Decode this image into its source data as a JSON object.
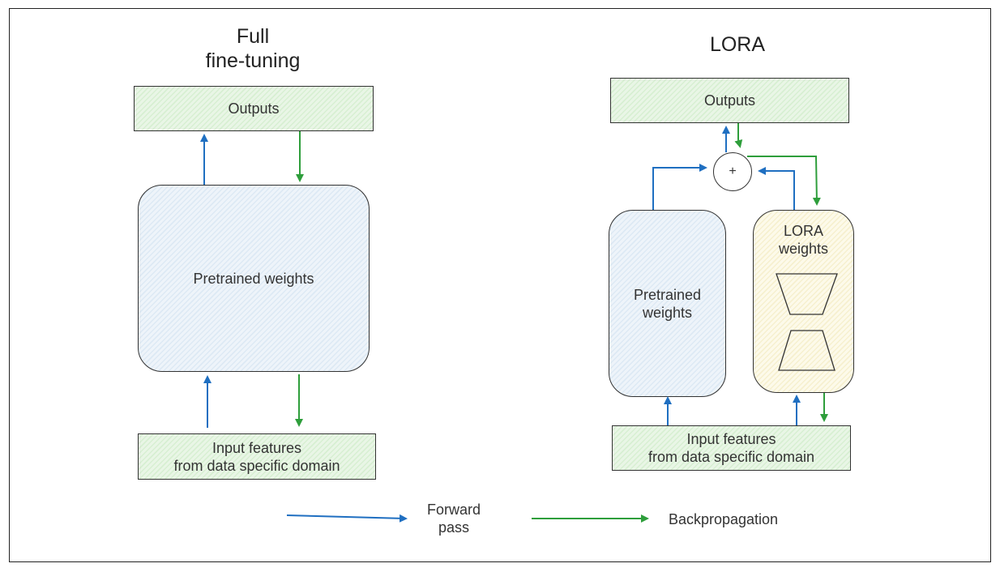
{
  "left": {
    "title": "Full\nfine-tuning",
    "outputs_label": "Outputs",
    "weights_label": "Pretrained weights",
    "input_label": "Input features\nfrom data specific domain"
  },
  "right": {
    "title": "LORA",
    "outputs_label": "Outputs",
    "plus_label": "+",
    "pretrained_label": "Pretrained\nweights",
    "lora_label": "LORA\nweights",
    "input_label": "Input features\nfrom data specific domain"
  },
  "legend": {
    "forward_label": "Forward\npass",
    "backprop_label": "Backpropagation"
  },
  "colors": {
    "forward": "#1f6fc1",
    "backprop": "#2e9e3b"
  }
}
